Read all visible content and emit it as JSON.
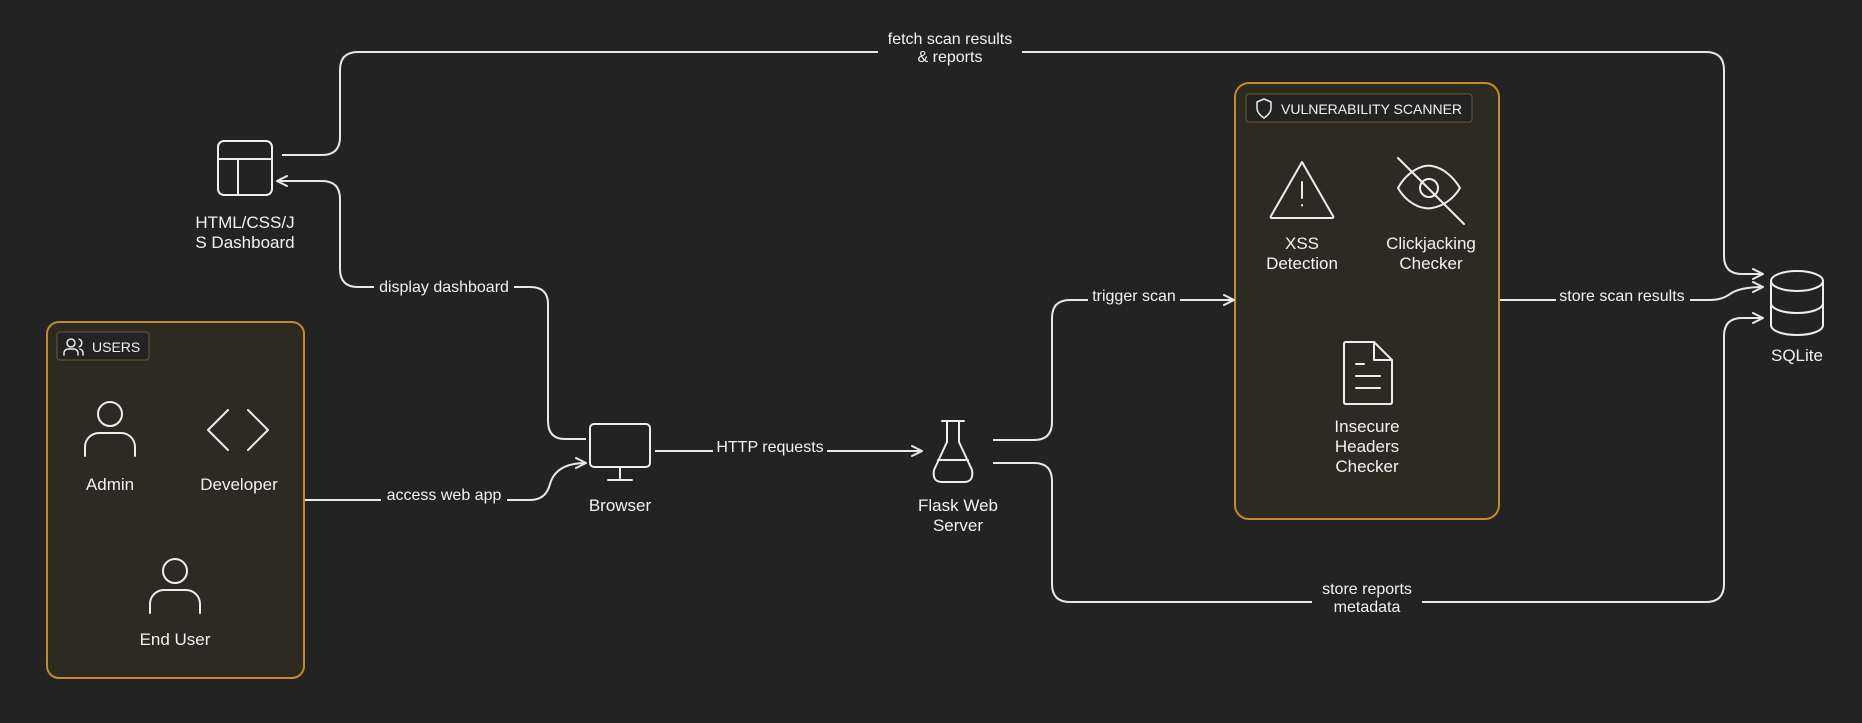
{
  "groups": {
    "users": {
      "title": "USERS",
      "icon": "users-icon"
    },
    "scanner": {
      "title": "VULNERABILITY SCANNER",
      "icon": "shield-icon"
    }
  },
  "nodes": {
    "dashboard": {
      "line1": "HTML/CSS/J",
      "line2": "S Dashboard",
      "icon": "layout-icon"
    },
    "admin": {
      "label": "Admin",
      "icon": "user-icon"
    },
    "developer": {
      "label": "Developer",
      "icon": "code-icon"
    },
    "end_user": {
      "label": "End User",
      "icon": "user-icon"
    },
    "browser": {
      "label": "Browser",
      "icon": "monitor-icon"
    },
    "flask": {
      "line1": "Flask Web",
      "line2": "Server",
      "icon": "flask-icon"
    },
    "xss": {
      "line1": "XSS",
      "line2": "Detection",
      "icon": "alert-triangle-icon"
    },
    "clickjacking": {
      "line1": "Clickjacking",
      "line2": "Checker",
      "icon": "eye-off-icon"
    },
    "headers": {
      "line1": "Insecure",
      "line2": "Headers",
      "line3": "Checker",
      "icon": "file-text-icon"
    },
    "sqlite": {
      "label": "SQLite",
      "icon": "database-icon"
    }
  },
  "edges": {
    "fetch": {
      "line1": "fetch scan results",
      "line2": "& reports"
    },
    "display": {
      "label": "display dashboard"
    },
    "access": {
      "label": "access web app"
    },
    "http": {
      "label": "HTTP requests"
    },
    "trigger": {
      "label": "trigger scan"
    },
    "store_results": {
      "label": "store scan results"
    },
    "store_reports": {
      "line1": "store reports",
      "line2": "metadata"
    }
  },
  "colors": {
    "background": "#232323",
    "group_border": "#c68a2b",
    "group_fill": "#2d2a22",
    "stroke": "#e8e8e8"
  }
}
